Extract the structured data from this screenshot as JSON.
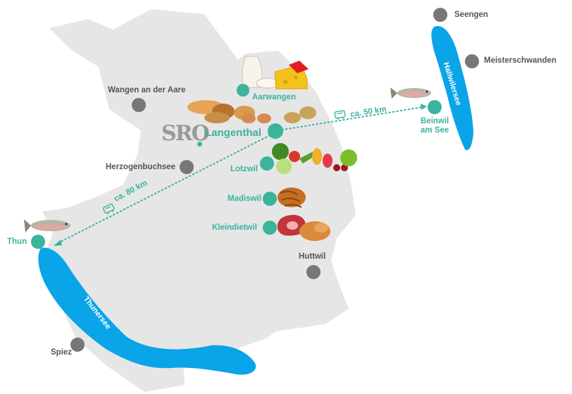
{
  "colors": {
    "region": "#e6e6e6",
    "lake": "#0aa4e8",
    "teal": "#3bb39d",
    "grey_dot": "#777777"
  },
  "logo": {
    "text": "SRO"
  },
  "places_grey": {
    "seengen": "Seengen",
    "meisterschwanden": "Meisterschwanden",
    "wangen": "Wangen an der Aare",
    "herzogenbuchsee": "Herzogenbuchsee",
    "huttwil": "Huttwil",
    "spiez": "Spiez"
  },
  "places_teal": {
    "aarwangen": "Aarwangen",
    "langenthal": "Langenthal",
    "lotzwil": "Lotzwil",
    "madiswil": "Madiswil",
    "kleindietwil": "Kleindietwil",
    "thun": "Thun",
    "beinwil": "Beinwil\nam See"
  },
  "lakes": {
    "hallwilersee": "Hallwilersee",
    "thunersee": "Thunersee"
  },
  "routes": {
    "to_beinwil": "ca. 50 km",
    "to_thun": "ca. 80 km"
  },
  "icons": {
    "dairy": "milk-cheese-icon",
    "bakery": "bread-icon",
    "produce": "vegetables-fruit-icon",
    "braid": "zopf-bread-icon",
    "meat": "meat-chicken-icon",
    "fish": "fish-icon",
    "bus": "bus-icon"
  }
}
